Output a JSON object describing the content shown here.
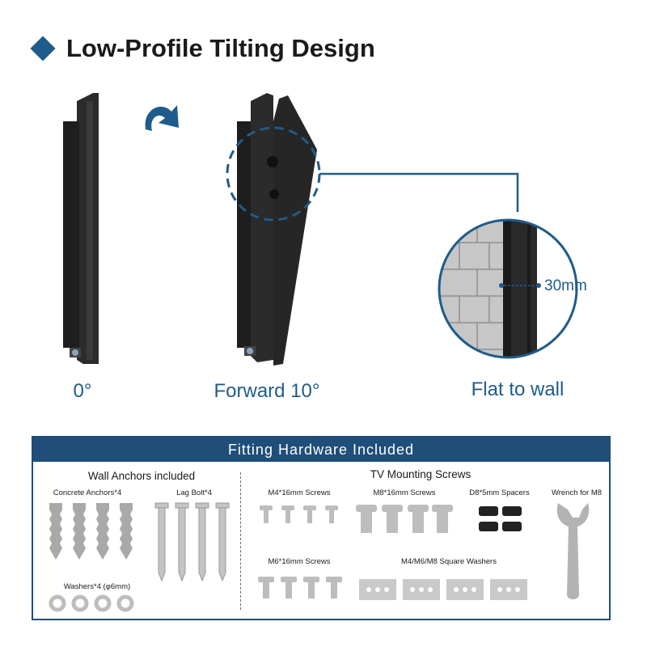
{
  "header": {
    "title": "Low-Profile Tilting Design"
  },
  "tilt_views": {
    "zero": "0°",
    "forward": "Forward 10°",
    "flat": "Flat to wall",
    "gap": "30mm"
  },
  "hardware": {
    "title": "Fitting Hardware Included",
    "wall_anchors": {
      "heading": "Wall Anchors included",
      "concrete": "Concrete Anchors*4",
      "lag": "Lag Bolt*4",
      "washers": "Washers*4 (φ6mm)"
    },
    "tv_screws": {
      "heading": "TV Mounting Screws",
      "m4": "M4*16mm Screws",
      "m8": "M8*16mm Screws",
      "spacers": "D8*5mm Spacers",
      "wrench": "Wrench for M8",
      "m6": "M6*16mm Screws",
      "square_washers": "M4/M6/M8 Square Washers"
    }
  },
  "colors": {
    "accent": "#1f5c8b",
    "panel_header": "#1f4e79",
    "hardware_gray": "#b8b8b8"
  }
}
